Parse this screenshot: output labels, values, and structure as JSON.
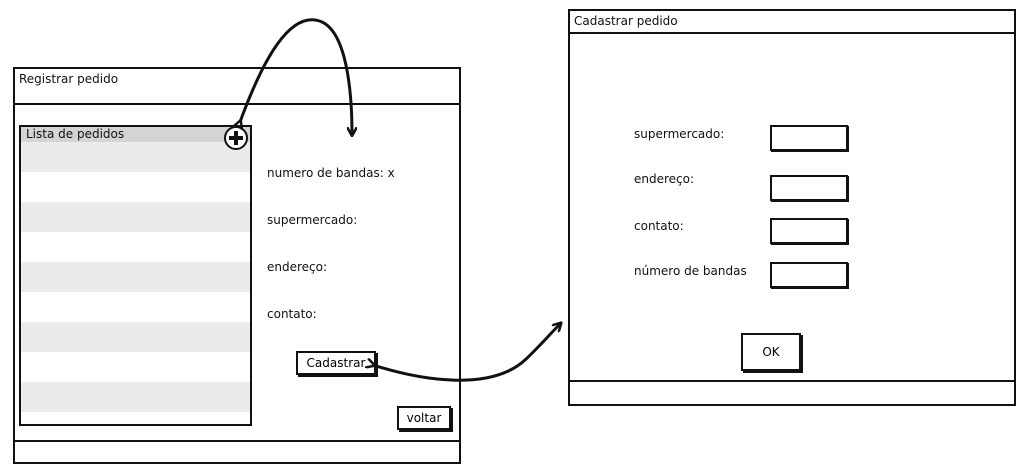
{
  "left_window": {
    "title": "Registrar pedido",
    "list": {
      "header": "Lista de pedidos"
    },
    "fields": {
      "bandas": "numero de bandas: x",
      "supermercado": "supermercado:",
      "endereco": "endereço:",
      "contato": "contato:"
    },
    "cadastrar_label": "Cadastrar",
    "voltar_label": "voltar"
  },
  "right_window": {
    "title": "Cadastrar pedido",
    "fields": {
      "supermercado": "supermercado:",
      "endereco": "endereço:",
      "contato": "contato:",
      "bandas": "número de bandas"
    },
    "ok_label": "OK"
  }
}
